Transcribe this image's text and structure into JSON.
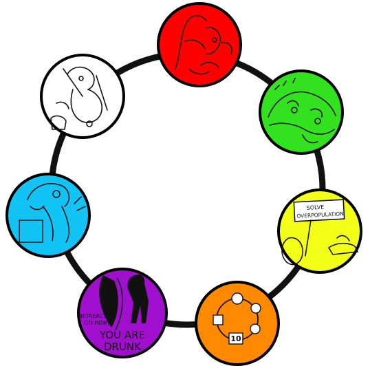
{
  "ring": {
    "stroke_color": "#111111",
    "nodes": [
      {
        "id": "red",
        "color": "#ff0000",
        "icon": "tree-face-sketch"
      },
      {
        "id": "green",
        "color": "#33e21e",
        "icon": "creatures-under-wave-sketch"
      },
      {
        "id": "yellow",
        "color": "#f4ff18",
        "icon": "protest-sign-sketch",
        "sign_lines": [
          "SOLVE",
          "OVERPOPULATION"
        ]
      },
      {
        "id": "orange",
        "color": "#ff8a00",
        "icon": "cycle-of-items-sketch",
        "badge": "10"
      },
      {
        "id": "purple",
        "color": "#9f0fcd",
        "icon": "corn-and-figure-sketch",
        "caption_small": [
          "BIOREACTOR,",
          "GO HOME"
        ],
        "caption_big": [
          "YOU ARE",
          "DRUNK"
        ]
      },
      {
        "id": "cyan",
        "color": "#11c4f5",
        "icon": "lab-creature-sketch"
      },
      {
        "id": "white",
        "color": "#ffffff",
        "icon": "scientist-sketch"
      }
    ]
  }
}
